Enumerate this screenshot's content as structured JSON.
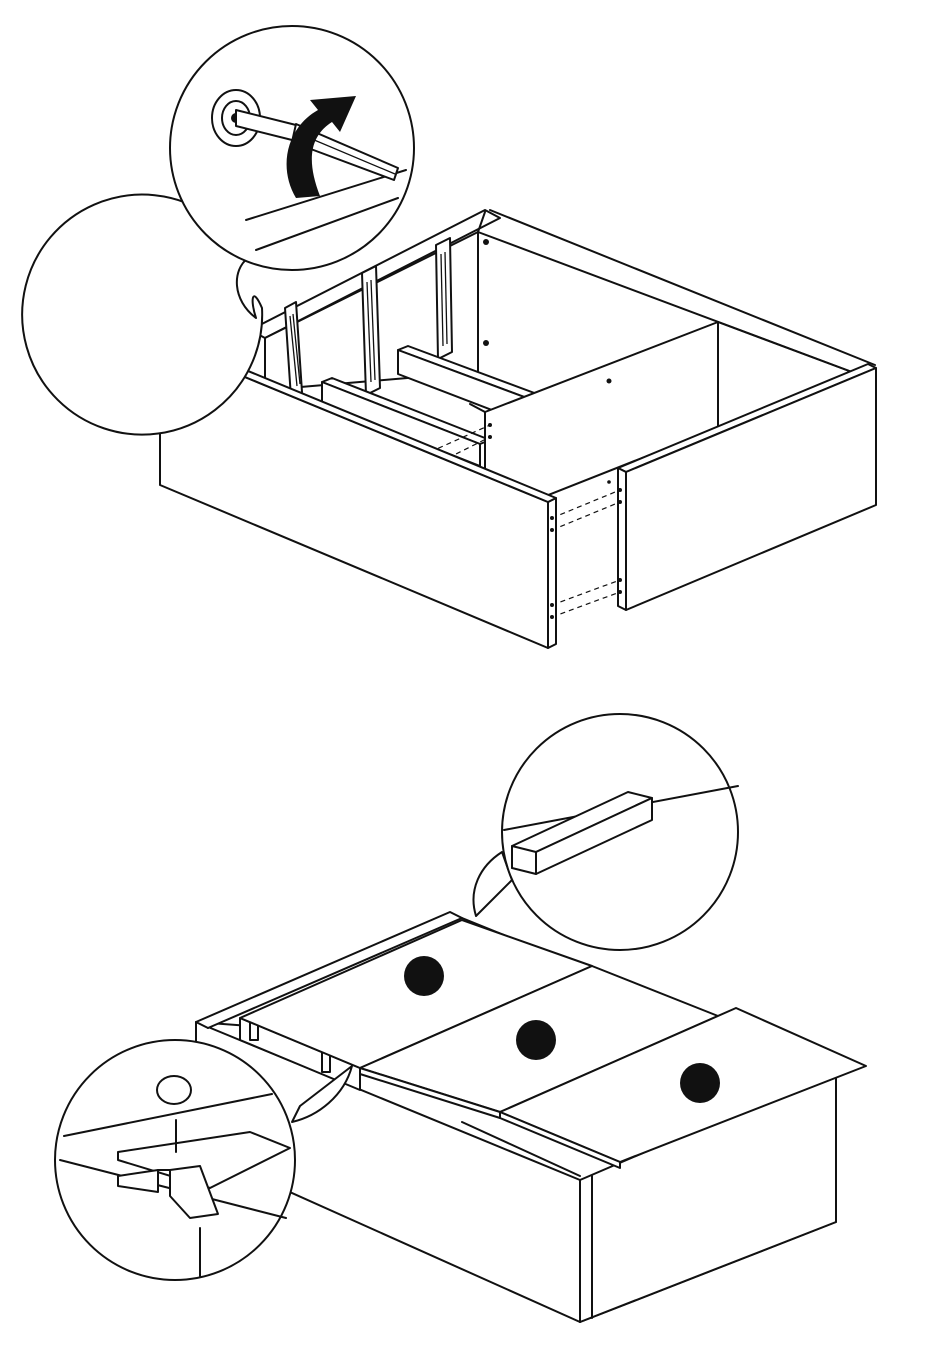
{
  "illustration": {
    "steps": [
      {
        "id": "step-attach-front-panels",
        "panels": 2,
        "slides_visible": 3,
        "detail_callout": "cam-lock-screwdriver"
      },
      {
        "id": "step-insert-bottom-boards",
        "boards": 3,
        "detail_callouts": [
          "board-stop-block",
          "board-rail-clip"
        ]
      }
    ]
  },
  "colors": {
    "line": "#111111",
    "background": "#ffffff",
    "marker": "#111111"
  }
}
